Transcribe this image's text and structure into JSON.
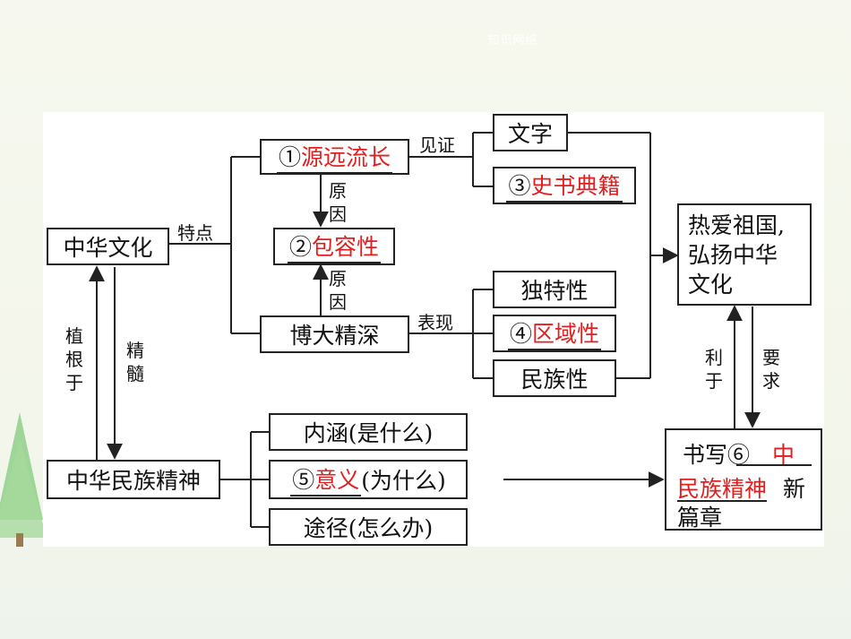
{
  "slide_title": "知识网络",
  "nodes": {
    "zhonghua_wenhua": "中华文化",
    "zhonghua_minzu_jingshen": "中华民族精神",
    "yuanyuan_prefix": "①",
    "yuanyuan_answer": "源远流长",
    "baorong_prefix": "②",
    "baorong_answer": "包容性",
    "boda_jingshen": "博大精深",
    "wenzi": "文字",
    "shishu_prefix": "③",
    "shishu_answer": "史书典籍",
    "dutexing": "独特性",
    "quyu_prefix": "④",
    "quyu_answer": "区域性",
    "minzuxing": "民族性",
    "neihan": "内涵(是什么)",
    "yiyi_prefix": "⑤",
    "yiyi_answer": "意义",
    "yiyi_suffix": "(为什么)",
    "tujing": "途径(怎么办)",
    "reai_line1": "热爱祖国,",
    "reai_line2": "弘扬中华",
    "reai_line3": "文化",
    "shuxie_prefix": "书写⑥",
    "shuxie_answer_a": "中",
    "shuxie_answer_b": "民族精神",
    "shuxie_new": "新",
    "shuxie_last": "篇章"
  },
  "edge_labels": {
    "tedian": "特点",
    "jianzheng": "见证",
    "yuanyin_1": "原因",
    "yuanyin_2": "原因",
    "biaoxian": "表现",
    "zhigen": "植根于",
    "jingsui": "精髓",
    "liyu": "利于",
    "yaoqiu": "要求"
  },
  "colors": {
    "answer": "#e02020",
    "line": "#222222"
  }
}
